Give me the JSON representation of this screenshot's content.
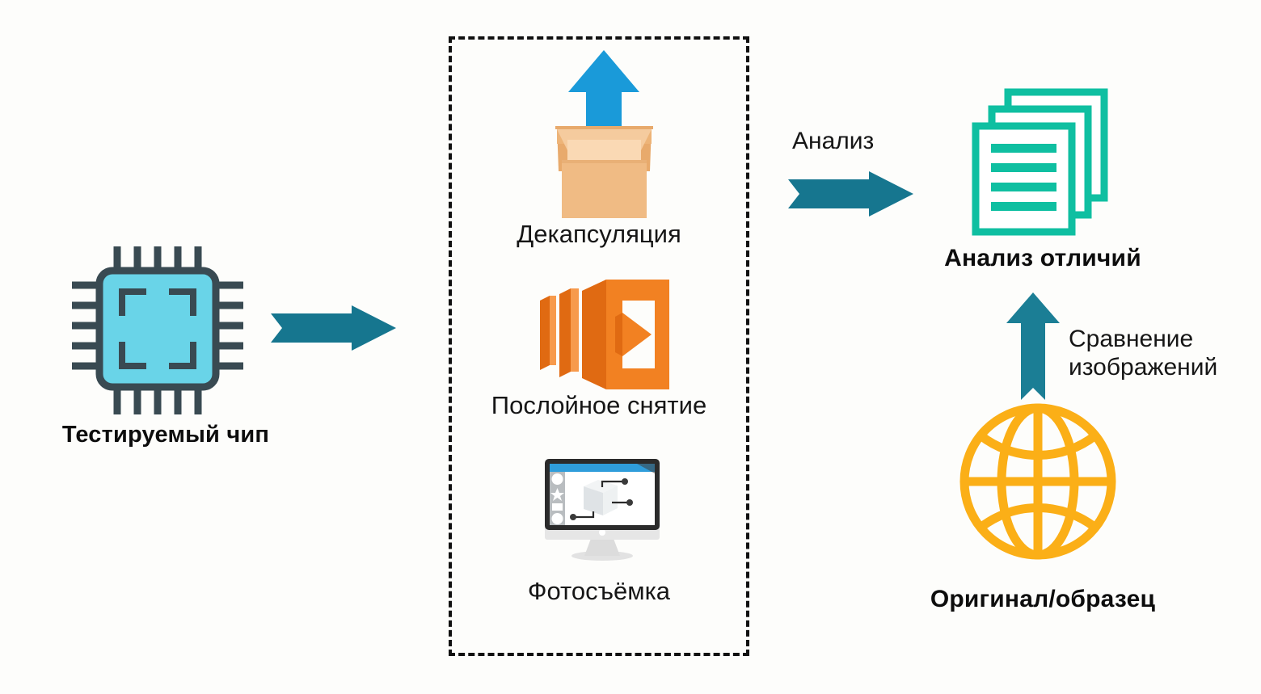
{
  "diagram": {
    "title_present": false,
    "background_color": "#fdfdfb",
    "nodes": {
      "chip": {
        "label": "Тестируемый чип",
        "icon": "microchip-icon",
        "colors": {
          "fill": "#69d4e8",
          "outline": "#394a52"
        }
      },
      "decapsulation": {
        "label": "Декапсуляция",
        "icon": "open-box-icon",
        "colors": {
          "box_front": "#f0bb84",
          "box_inner": "#fad9b4",
          "box_flap": "#e8aa6c",
          "arrow": "#1a9ad9"
        }
      },
      "delayering": {
        "label": "Послойное снятие",
        "icon": "layers-3d-icon",
        "colors": {
          "primary": "#f28122",
          "light": "#f79a4c",
          "dark": "#e06a12"
        }
      },
      "photography": {
        "label": "Фотосъёмка",
        "icon": "desktop-monitor-icon",
        "colors": {
          "bezel": "#2b2b2b",
          "screen": "#ffffff",
          "titlebar": "#2f9ddb",
          "stand": "#d9d9d9"
        }
      },
      "difference_analysis": {
        "label": "Анализ отличий",
        "icon": "stacked-documents-icon",
        "colors": {
          "outline": "#0fbfa1",
          "fill": "#ffffff"
        }
      },
      "original_sample": {
        "label": "Оригинал/образец",
        "icon": "globe-icon",
        "colors": {
          "outline": "#fbaf17"
        }
      }
    },
    "edges": {
      "chip_to_process": {
        "label": "",
        "direction": "right",
        "color": "#16768f"
      },
      "process_to_analysis": {
        "label": "Анализ",
        "direction": "right",
        "color": "#16768f"
      },
      "sample_to_analysis": {
        "label": "Сравнение\nизображений",
        "label_line1": "Сравнение",
        "label_line2": "изображений",
        "direction": "up",
        "color": "#1b7e95"
      }
    },
    "process_group": {
      "border_style": "dashed",
      "border_color": "#111111",
      "steps": [
        "Декапсуляция",
        "Послойное снятие",
        "Фотосъёмка"
      ]
    }
  }
}
